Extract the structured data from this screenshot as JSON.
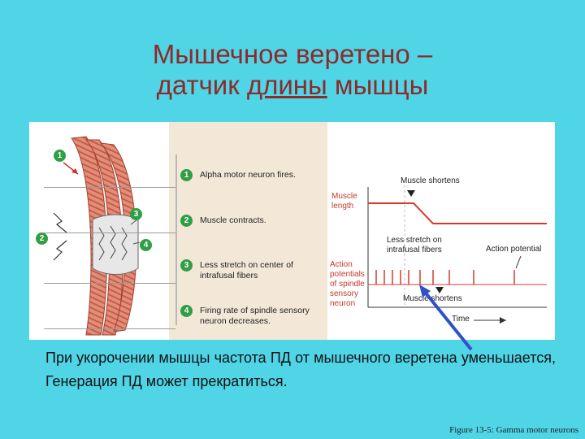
{
  "title": {
    "line1": "Мышечное веретено –",
    "line2_prefix": "датчик ",
    "line2_underlined": "длины",
    "line2_suffix": " мышцы"
  },
  "figure": {
    "figure_numbers": [
      "1",
      "2",
      "3",
      "4"
    ],
    "steps": [
      {
        "num": "1",
        "text": "Alpha motor neuron fires."
      },
      {
        "num": "2",
        "text": "Muscle contracts."
      },
      {
        "num": "3",
        "text": "Less stretch on center of intrafusal fibers"
      },
      {
        "num": "4",
        "text": "Firing rate of spindle sensory neuron decreases."
      }
    ],
    "graph": {
      "muscle_shortens_top": "Muscle shortens",
      "muscle_length_label": "Muscle length",
      "less_stretch": "Less stretch on intrafusal fibers",
      "action_potential": "Action potential",
      "ap_label": "Action potentials of spindle sensory neuron",
      "muscle_shortens_bottom": "Muscle shortens",
      "time": "Time"
    }
  },
  "body_text": "При укорочении мышцы частота ПД от мышечного веретена уменьшается, Генерация ПД может прекратиться.",
  "caption": "Figure 13-5: Gamma motor neurons",
  "colors": {
    "background": "#4fd5e6",
    "title": "#8e2a2a",
    "trace": "#d63a2f",
    "step_badge": "#2f9e44"
  }
}
